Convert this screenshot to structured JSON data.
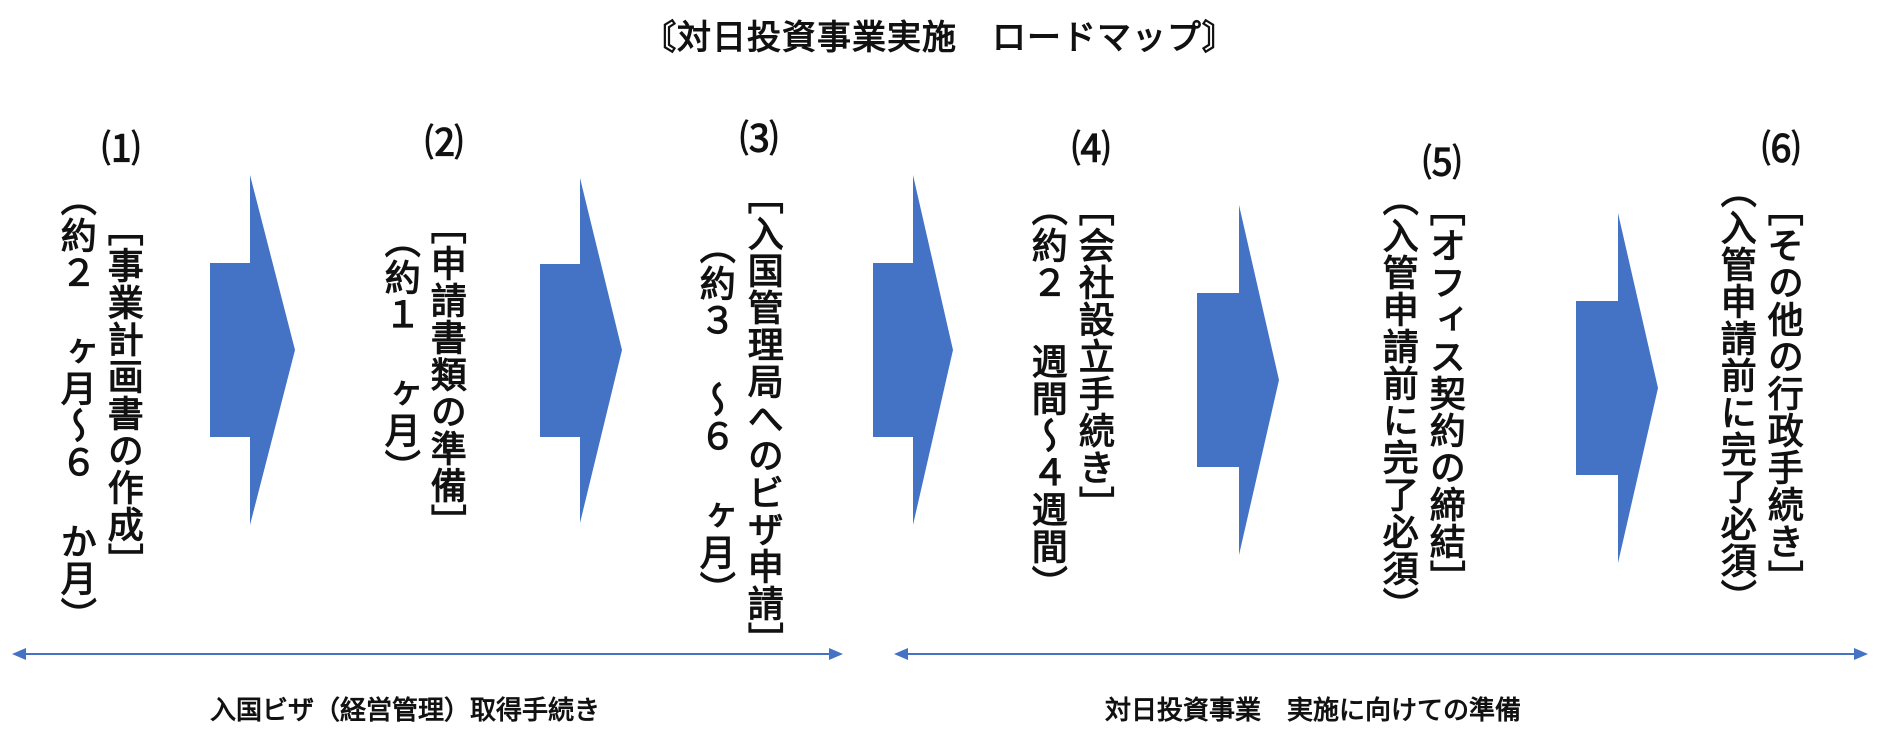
{
  "title": "〘対日投資事業実施　ロードマップ〙",
  "colors": {
    "arrow": "#4472C4",
    "text": "#111111"
  },
  "steps": [
    {
      "num": "⑴",
      "name": "［事業計画書の作成］",
      "duration": "（約２ ヶ月～６ か月）"
    },
    {
      "num": "⑵",
      "name": "［申請書類の準備］",
      "duration": "（約１ ヶ月）"
    },
    {
      "num": "⑶",
      "name": "［入国管理局へのビザ申請］",
      "duration": "（約３ ～６ ヶ月）"
    },
    {
      "num": "⑷",
      "name": "［会社設立手続き］",
      "duration": "（約２ 週間～４週間）"
    },
    {
      "num": "⑸",
      "name": "［オフィス契約の締結］",
      "duration": "（入管申請前に完了必須）"
    },
    {
      "num": "⑹",
      "name": "［その他の行政手続き］",
      "duration": "（入管申請前に完了必須）"
    }
  ],
  "phases": [
    {
      "label": "入国ビザ（経営管理）取得手続き"
    },
    {
      "label": "対日投資事業　実施に向けての準備"
    }
  ]
}
